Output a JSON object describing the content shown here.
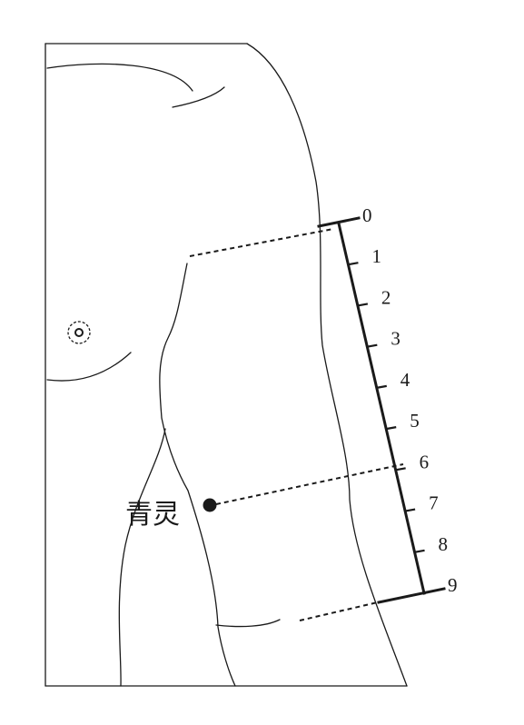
{
  "acupoint": {
    "label": "青灵",
    "position_on_scale": 6.4
  },
  "scale": {
    "tick_labels": [
      "0",
      "1",
      "2",
      "3",
      "4",
      "5",
      "6",
      "7",
      "8",
      "9"
    ]
  },
  "colors": {
    "ink": "#1a1a1a",
    "background": "#ffffff"
  }
}
